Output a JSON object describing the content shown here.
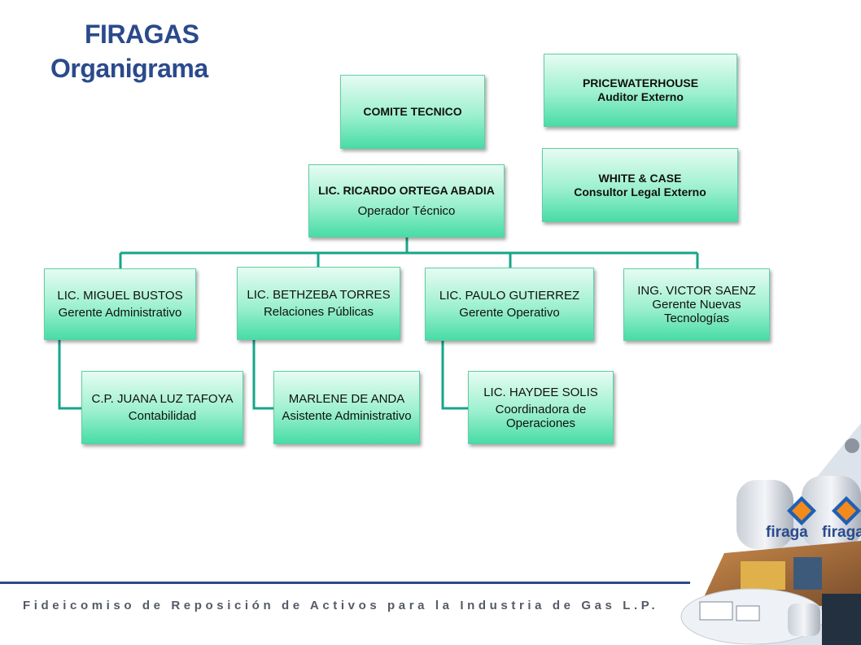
{
  "title": {
    "line1": "FIRAGAS",
    "line2": "Organigrama"
  },
  "nodes": {
    "comite": {
      "name": "COMITE TECNICO"
    },
    "pwc": {
      "name": "PRICEWATERHOUSE",
      "role": "Auditor Externo"
    },
    "whitecase": {
      "name": "WHITE & CASE",
      "role": "Consultor Legal Externo"
    },
    "ortega": {
      "name": "LIC. RICARDO ORTEGA ABADIA",
      "role": "Operador Técnico"
    },
    "bustos": {
      "name": "LIC. MIGUEL BUSTOS",
      "role": "Gerente Administrativo"
    },
    "torres": {
      "name": "LIC. BETHZEBA TORRES",
      "role": "Relaciones Públicas"
    },
    "gutierrez": {
      "name": "LIC. PAULO GUTIERREZ",
      "role": "Gerente Operativo"
    },
    "saenz": {
      "name": "ING. VICTOR SAENZ",
      "role": "Gerente Nuevas Tecnologías"
    },
    "tafoya": {
      "name": "C.P. JUANA LUZ TAFOYA",
      "role": "Contabilidad"
    },
    "anda": {
      "name": "MARLENE DE ANDA",
      "role": "Asistente Administrativo"
    },
    "solis": {
      "name": "LIC. HAYDEE SOLIS",
      "role": "Coordinadora de Operaciones"
    }
  },
  "footer": {
    "text": "Fideicomiso de Reposición de Activos para la Industria de Gas L.P."
  },
  "logo": {
    "text": "firaga"
  },
  "colors": {
    "title": "#2a4a8c",
    "connector": "#16a58a",
    "box_top": "#e6fcf3",
    "box_bottom": "#48dca6"
  }
}
